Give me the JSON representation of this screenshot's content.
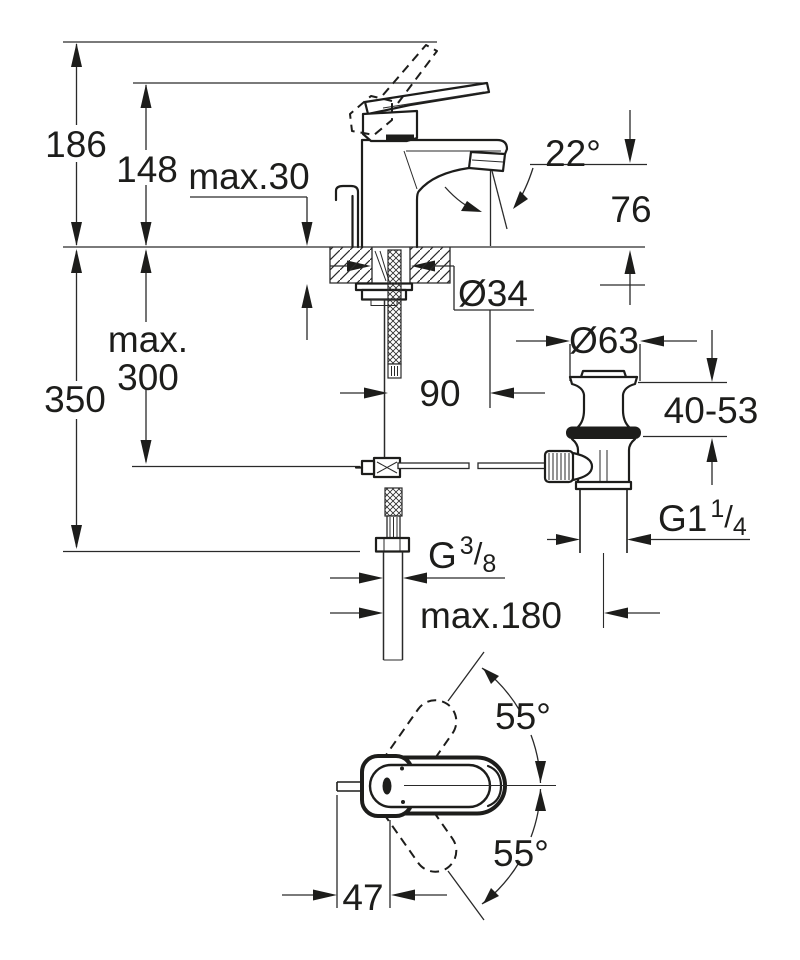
{
  "page": {
    "background": "#ffffff",
    "line_color": "#1d1d1b",
    "description": "Technical installation dimension drawing of a single-lever basin mixer tap with pop-up waste, side elevation and top plan view",
    "units": "mm"
  },
  "labels": {
    "height_total": "186",
    "height_to_lever": "148",
    "deck_thickness_max": "max.30",
    "spout_angle": "22°",
    "spout_height": "76",
    "tap_hole_dia": "Ø34",
    "hose_max_line1": "max.",
    "hose_max_line2": "300",
    "depth_total": "350",
    "spout_reach": "90",
    "waste_flange_dia": "Ø63",
    "clamping_range": "40-53",
    "waste_thread_base": "G1",
    "waste_thread_sup": "1",
    "waste_thread_slash": "/",
    "waste_thread_sub": "4",
    "supply_thread_base": "G",
    "supply_thread_sup": "3",
    "supply_thread_slash": "/",
    "supply_thread_sub": "8",
    "hole_centre_distance_max": "max.180",
    "handle_swivel_upper": "55°",
    "handle_swivel_lower": "55°",
    "handle_pivot_offset": "47"
  }
}
